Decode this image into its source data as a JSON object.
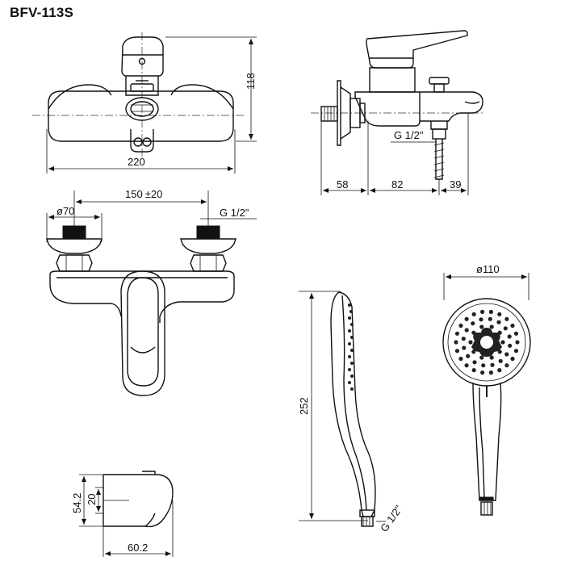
{
  "model": "BFV-113S",
  "dimensions": {
    "front_height": "118",
    "front_width": "220",
    "side_depth_1": "58",
    "side_depth_2": "82",
    "side_depth_3": "39",
    "side_thread": "G 1/2\"",
    "centers": "150",
    "centers_tolerance": "±",
    "centers_tolerance_value": "20",
    "connection_diameter": "ø70",
    "connection_thread": "G 1/2\"",
    "hand_shower_length": "252",
    "hand_shower_thread": "G 1/2\"",
    "head_diameter": "ø110",
    "spout_height": "54.2",
    "spout_outlet": "20",
    "spout_length": "60.2"
  }
}
